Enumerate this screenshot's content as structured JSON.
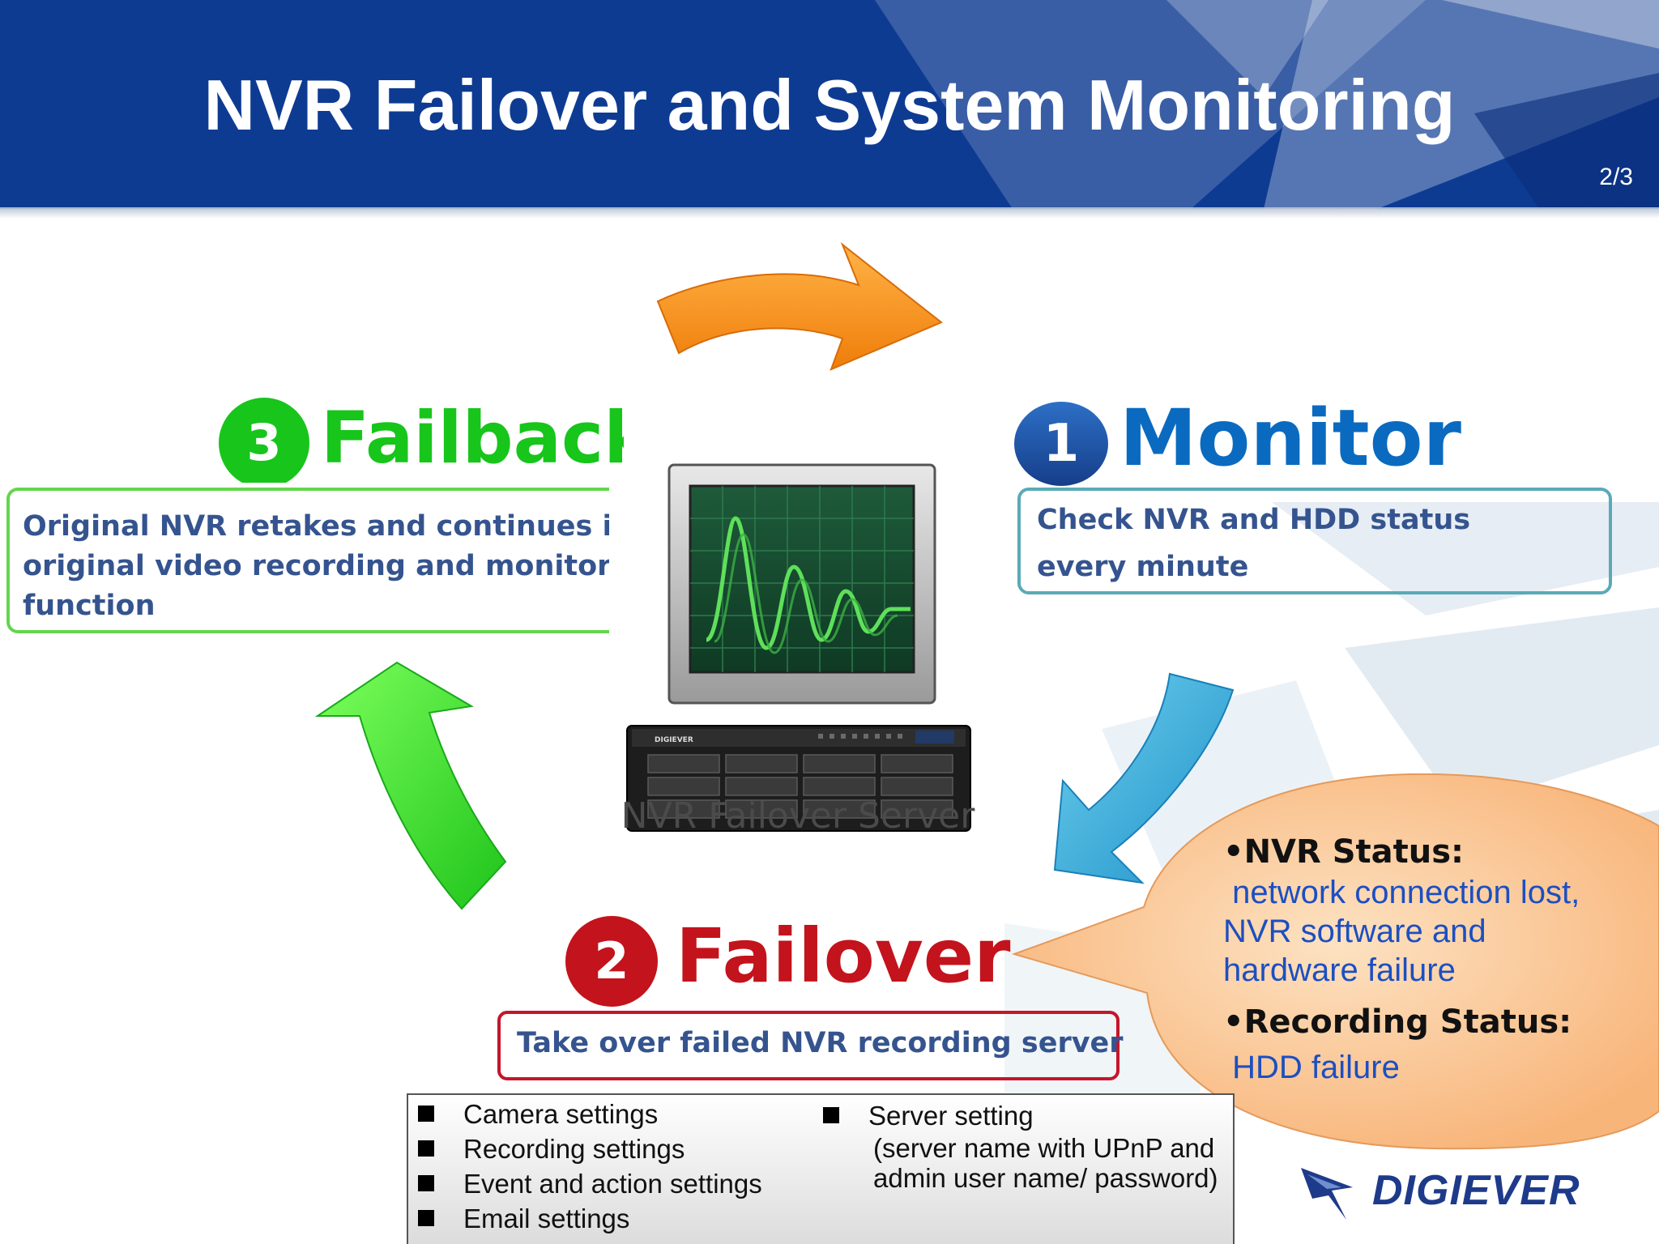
{
  "header": {
    "title": "NVR Failover and System Monitoring",
    "page": "2/3"
  },
  "steps": {
    "failback": {
      "number": "3",
      "title": "Failback",
      "desc": [
        "Original NVR retakes and continues its",
        "original video recording and monitoring",
        "function"
      ]
    },
    "monitor": {
      "number": "1",
      "title": "Monitor",
      "desc": [
        "Check NVR and HDD status",
        "every minute"
      ]
    },
    "failover": {
      "number": "2",
      "title": "Failover",
      "desc": "Take over failed NVR recording server"
    }
  },
  "server": {
    "label": "NVR Failover Server",
    "brand": "DIGIEVER"
  },
  "callout": {
    "nvr_heading": "•NVR Status:",
    "nvr_lines": [
      " network connection lost,",
      "NVR software and",
      "hardware failure"
    ],
    "rec_heading": "•Recording Status:",
    "rec_lines": [
      " HDD failure"
    ]
  },
  "settings": {
    "left": [
      "Camera settings",
      "Recording settings",
      "Event and action settings",
      "Email settings"
    ],
    "right_title": "Server setting",
    "right_lines": [
      "(server name with UPnP and",
      "admin user name/ password)"
    ]
  },
  "logo": {
    "text": "DIGIEVER"
  },
  "colors": {
    "header": "#0e3b92",
    "failback": "#17c51b",
    "monitor": "#0a6ac0",
    "failover": "#c3131c",
    "callout": "#fbc896",
    "desc_text": "#35548f"
  }
}
